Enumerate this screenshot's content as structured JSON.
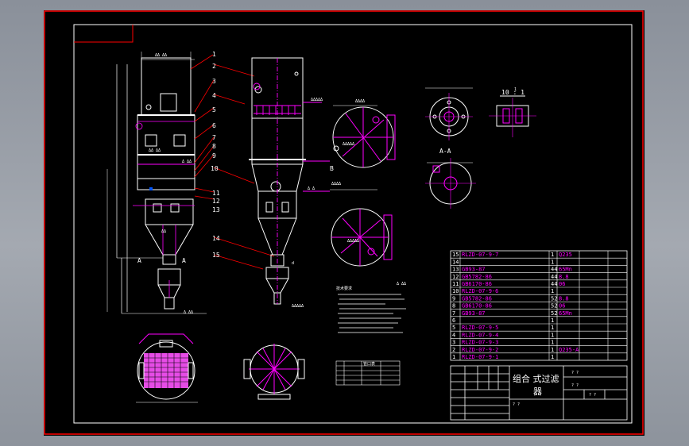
{
  "drawing": {
    "title_line1": "组合 式过滤",
    "title_line2": "器",
    "scale_marks": [
      "? ?",
      "? ?",
      "? ?",
      "? ?"
    ],
    "left_callouts": [
      "1",
      "2",
      "3",
      "4",
      "5",
      "6",
      "7",
      "8",
      "9",
      "10",
      "11",
      "12",
      "13",
      "14",
      "15"
    ],
    "section_label_a": "A",
    "section_label_aa": "A-A",
    "section_label_b": "B",
    "detail_ratio": "10 : 1",
    "notes_title": "技术要求",
    "table_small_header": "管口表"
  },
  "parts": [
    {
      "no": "15",
      "code": "RLZD-07-9-7",
      "qty": "1",
      "mat": "Q235"
    },
    {
      "no": "14",
      "code": "",
      "qty": "1",
      "mat": ""
    },
    {
      "no": "13",
      "code": "GB93-87",
      "qty": "44",
      "mat": "65Mn"
    },
    {
      "no": "12",
      "code": "GB5782-86",
      "qty": "44",
      "mat": "8.8"
    },
    {
      "no": "11",
      "code": "GB6170-86",
      "qty": "44",
      "mat": "06"
    },
    {
      "no": "10",
      "code": "RLZD-07-9-6",
      "qty": "1",
      "mat": ""
    },
    {
      "no": "9",
      "code": "GB5782-86",
      "qty": "52",
      "mat": "8.8"
    },
    {
      "no": "8",
      "code": "GB6170-86",
      "qty": "52",
      "mat": "06"
    },
    {
      "no": "7",
      "code": "GB93-87",
      "qty": "52",
      "mat": "65Mn"
    },
    {
      "no": "6",
      "code": "",
      "qty": "1",
      "mat": ""
    },
    {
      "no": "5",
      "code": "RLZD-07-9-5",
      "qty": "1",
      "mat": ""
    },
    {
      "no": "4",
      "code": "RLZD-07-9-4",
      "qty": "1",
      "mat": ""
    },
    {
      "no": "3",
      "code": "RLZD-07-9-3",
      "qty": "1",
      "mat": ""
    },
    {
      "no": "2",
      "code": "RLZD-07-9-2",
      "qty": "1",
      "mat": "Q235-A"
    },
    {
      "no": "1",
      "code": "RLZD-07-9-1",
      "qty": "1",
      "mat": ""
    }
  ],
  "colors": {
    "border": "#ff0000",
    "frame": "#ffffff",
    "dim": "#ff00ff",
    "hatch": "#ff00ff",
    "mark": "#0055ff"
  }
}
